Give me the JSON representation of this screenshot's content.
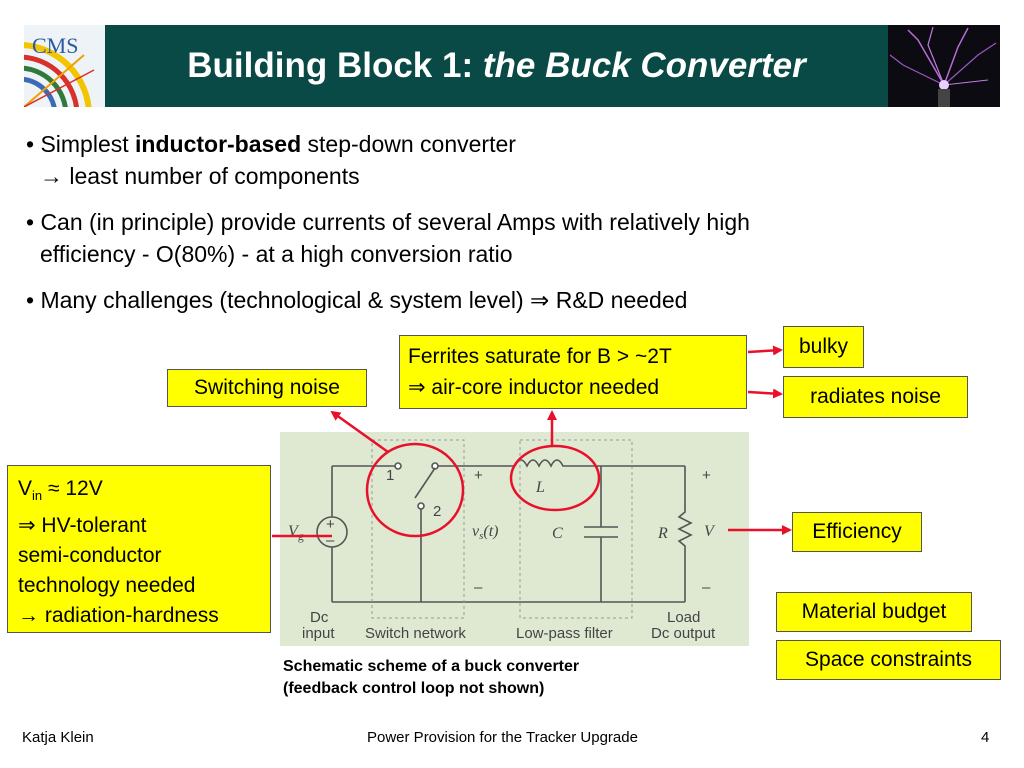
{
  "header": {
    "title_plain": "Building Block 1: ",
    "title_italic": "the Buck Converter",
    "logo_text": "CMS"
  },
  "bullets": [
    {
      "pre": "• Simplest ",
      "bold": "inductor-based",
      "post": " step-down converter",
      "line2": "→ least number of components"
    },
    {
      "line1": "• Can (in principle) provide currents of several Amps with relatively high",
      "line2": "efficiency - O(80%) - at a high conversion ratio"
    },
    {
      "line1": "• Many challenges (technological & system level) ⇒ R&D needed"
    }
  ],
  "callouts": {
    "switching_noise": "Switching noise",
    "ferrites_l1": "Ferrites saturate for B > ~2T",
    "ferrites_l2": "⇒ air-core inductor needed",
    "bulky": "bulky",
    "radiates_noise": "radiates noise",
    "vin_v": "V",
    "vin_sub": "in",
    "vin_rest": " ≈ 12V",
    "vin_l2": "⇒ HV-tolerant",
    "vin_l3": "semi-conductor",
    "vin_l4": "technology needed",
    "vin_l5": "→ radiation-hardness",
    "efficiency": "Efficiency",
    "material_budget": "Material budget",
    "space_constraints": "Space constraints"
  },
  "schematic": {
    "vg": "V",
    "vg_sub": "g",
    "switch_1": "1",
    "switch_2": "2",
    "plus": "+",
    "minus": "–",
    "vs": "v",
    "vs_sub": "s",
    "vs_t": "(t)",
    "L": "L",
    "C": "C",
    "R": "R",
    "V": "V",
    "dc_input_l1": "Dc",
    "dc_input_l2": "input",
    "switch_network": "Switch network",
    "low_pass_filter": "Low-pass filter",
    "load_l1": "Load",
    "load_l2": "Dc output"
  },
  "caption": {
    "line1": "Schematic scheme of a buck converter",
    "line2": "(feedback control loop not shown)"
  },
  "footer": {
    "author": "Katja Klein",
    "talk": "Power Provision for the Tracker Upgrade",
    "page": "4"
  },
  "colors": {
    "header_bg": "#0a4a46",
    "callout_fill": "#ffff00",
    "arrow_red": "#e8102a",
    "schematic_bg": "#dfe9d2"
  }
}
